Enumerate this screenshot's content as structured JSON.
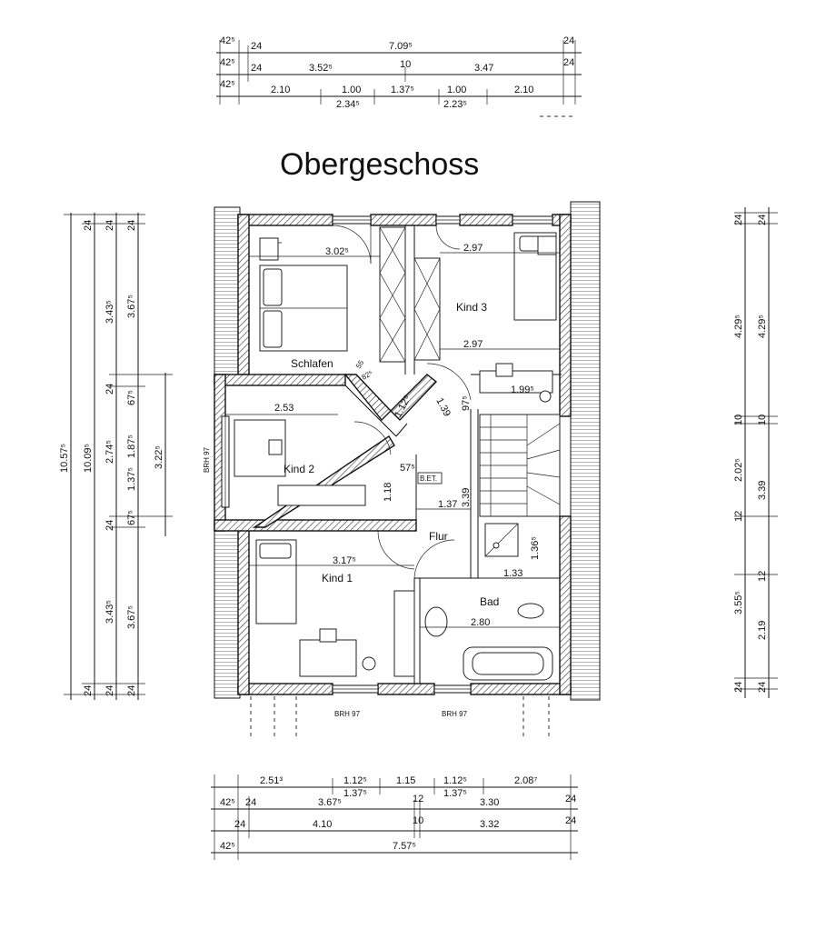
{
  "title": "Obergeschoss",
  "rooms": {
    "schlafen": "Schlafen",
    "kind3": "Kind 3",
    "kind2": "Kind 2",
    "kind1": "Kind 1",
    "flur": "Flur",
    "bad": "Bad"
  },
  "annotations": {
    "brh_left": "BRH 97",
    "brh_bottom_left": "BRH 97",
    "brh_bottom_right": "BRH 97",
    "bet": "B.ET."
  },
  "interior_dims": {
    "schlafen_width": "3.02⁵",
    "kind3_width_top": "2.97",
    "kind3_width_bottom": "2.97",
    "kind3_desk": "1.99⁵",
    "kind2_width": "2.53",
    "kind1_width": "3.17⁵",
    "bad_width": "2.80",
    "bad_shower": "1.33",
    "bad_shower_h": "1.36⁵",
    "flur_width": "1.37",
    "flur_h": "3.39",
    "diag_1": "1.12⁵",
    "diag_2": "1.39",
    "diag_3": "97⁵",
    "diag_4": "1.18",
    "diag_5": "57⁵",
    "diag_6": "82⁵",
    "diag_7": "55"
  },
  "top_dims": {
    "row1": [
      "42⁵",
      "24",
      "7.09⁵",
      "24"
    ],
    "row2": [
      "42⁵",
      "24",
      "3.52⁵",
      "10",
      "3.47",
      "24"
    ],
    "row3": [
      "42⁵",
      "2.10",
      "1.00",
      "2.34⁵",
      "1.37⁵",
      "1.00",
      "2.23⁵",
      "2.10"
    ]
  },
  "bottom_dims": {
    "row1": [
      "2.51³",
      "1.12⁵",
      "1.15",
      "1.12⁵",
      "2.08⁷"
    ],
    "row1b": [
      "1.37⁵",
      "1.37⁵"
    ],
    "row2": [
      "42⁵",
      "24",
      "3.67⁵",
      "12",
      "3.30",
      "24"
    ],
    "row3": [
      "24",
      "4.10",
      "10",
      "3.32",
      "24"
    ],
    "row4": [
      "42⁵",
      "7.57⁵"
    ]
  },
  "left_dims": {
    "col1": [
      "10.57⁵"
    ],
    "col2": [
      "24",
      "10.09⁵",
      "24"
    ],
    "col3": [
      "24",
      "3.43⁵",
      "24",
      "2.74⁵",
      "24",
      "3.43⁵",
      "24"
    ],
    "col4": [
      "24",
      "3.67⁵",
      "67⁵",
      "1.87⁵",
      "1.37⁵",
      "67⁵",
      "3.67⁵",
      "24"
    ],
    "col5": [
      "3.22⁵"
    ]
  },
  "right_dims": {
    "col1": [
      "24",
      "4.29⁵",
      "10",
      "2.02⁵",
      "12",
      "3.55⁵",
      "24"
    ],
    "col2": [
      "24",
      "4.29⁵",
      "10",
      "3.39",
      "12",
      "2.19",
      "24"
    ]
  }
}
